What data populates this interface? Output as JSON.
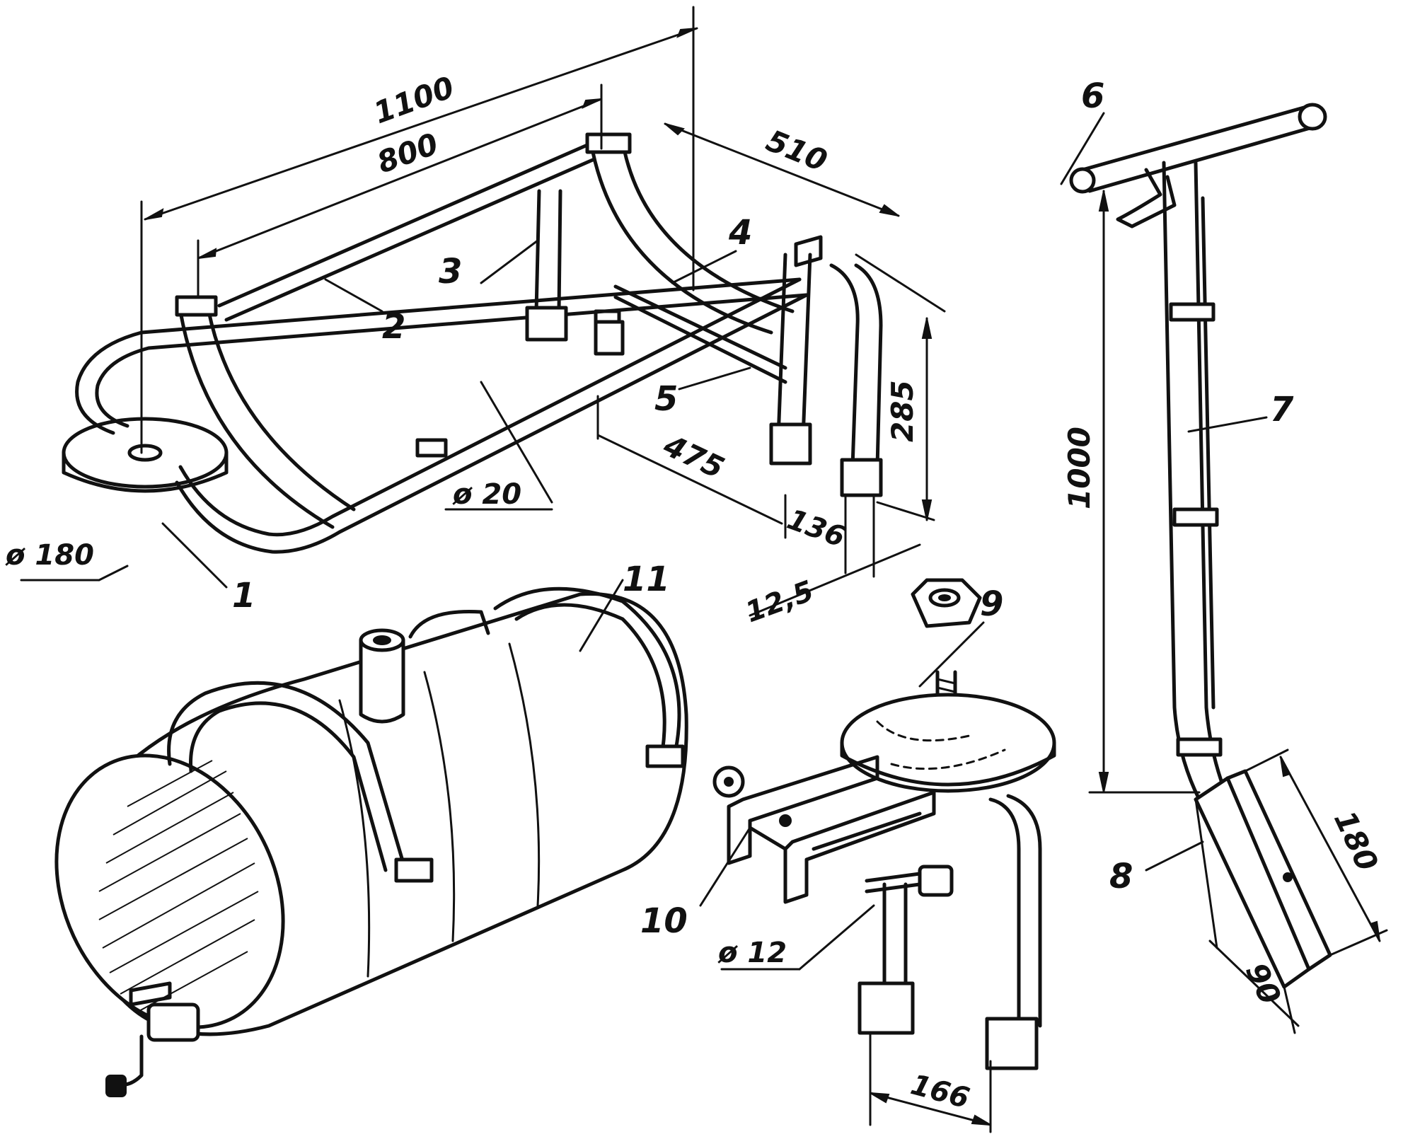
{
  "figure": {
    "part_numbers": {
      "p1": "1",
      "p2": "2",
      "p3": "3",
      "p4": "4",
      "p5": "5",
      "p6": "6",
      "p7": "7",
      "p8": "8",
      "p9": "9",
      "p10": "10",
      "p11": "11"
    },
    "dimensions": {
      "d1100": "1100",
      "d800": "800",
      "d510": "510",
      "d285": "285",
      "d475": "475",
      "d136": "136",
      "d12_5": "12,5",
      "dia20": "ø 20",
      "dia180": "ø 180",
      "dia12": "ø 12",
      "d1000": "1000",
      "d180": "180",
      "d90": "90",
      "d166": "166"
    },
    "ink_color": "#111111",
    "paper_color": "#ffffff"
  }
}
